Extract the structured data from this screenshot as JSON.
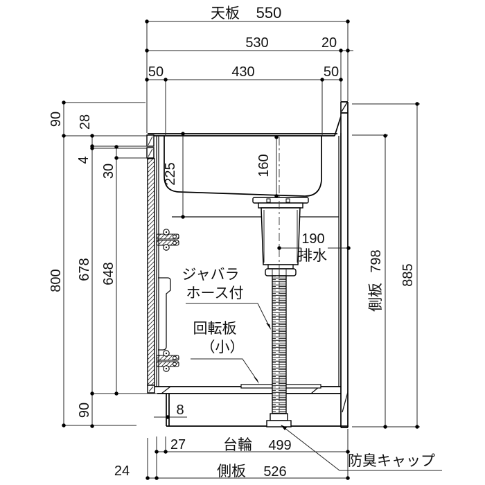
{
  "dimensions": {
    "top": {
      "label": "天板",
      "total": "550",
      "counter_depth": "530",
      "back_panel": "20",
      "front_margin": "50",
      "opening": "430",
      "back_margin": "50"
    },
    "left": {
      "backsplash_height": "90",
      "counter_edge": "28",
      "rail": "4",
      "lip": "30",
      "body_height": "800",
      "inner_front": "678",
      "inner": "648",
      "base_height": "90"
    },
    "center": {
      "bowl_depth_front": "225",
      "bowl_depth_drain": "160",
      "drain_offset": "190",
      "drain_label": "排水"
    },
    "right": {
      "side_panel_label": "側板",
      "side_panel_height": "798",
      "overall_height": "885"
    },
    "bottom": {
      "kick_board": "8",
      "kick_inset": "27",
      "base_frame_label": "台輪",
      "base_frame_width": "499",
      "side_panel_label": "側板",
      "side_panel_depth": "526",
      "front_inset": "24"
    }
  },
  "annotations": {
    "hose_line1": "ジャバラ",
    "hose_line2": "ホース付",
    "plate_line1": "回転板",
    "plate_line2": "（小）",
    "cap_label": "防臭キャップ"
  }
}
